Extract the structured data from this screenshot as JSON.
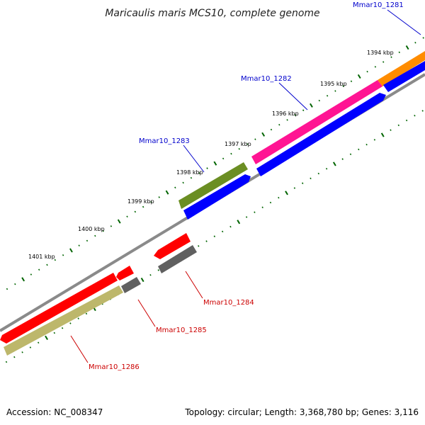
{
  "title": "Maricaulis maris MCS10, complete genome",
  "footer": {
    "accession": "Accession: NC_008347",
    "summary": "Topology: circular; Length: 3,368,780 bp; Genes: 3,116"
  },
  "kbp_labels": [
    "1394 kbp",
    "1395 kbp",
    "1396 kbp",
    "1397 kbp",
    "1398 kbp",
    "1399 kbp",
    "1400 kbp",
    "1401 kbp"
  ],
  "genes_forward": [
    {
      "name": "Mmar10_1281",
      "color": "#ff8c00",
      "label_color": "#0000cc"
    },
    {
      "name": "Mmar10_1282",
      "color": "#ff1493",
      "label_color": "#0000cc"
    },
    {
      "name": "Mmar10_1283",
      "color": "#6b8e23",
      "label_color": "#0000cc"
    }
  ],
  "genes_reverse": [
    {
      "name": "Mmar10_1284",
      "color": "#ff0000",
      "label_color": "#cc0000"
    },
    {
      "name": "Mmar10_1285",
      "color": "#ff0000",
      "label_color": "#cc0000"
    },
    {
      "name": "Mmar10_1286",
      "color": "#bdb76b",
      "label_color": "#cc0000"
    }
  ],
  "colors": {
    "backbone": "#808080",
    "forward_cds": "#0000ff",
    "reverse_cds": "#ff0000",
    "rna_feature": "#606060",
    "tick": "#006400"
  }
}
